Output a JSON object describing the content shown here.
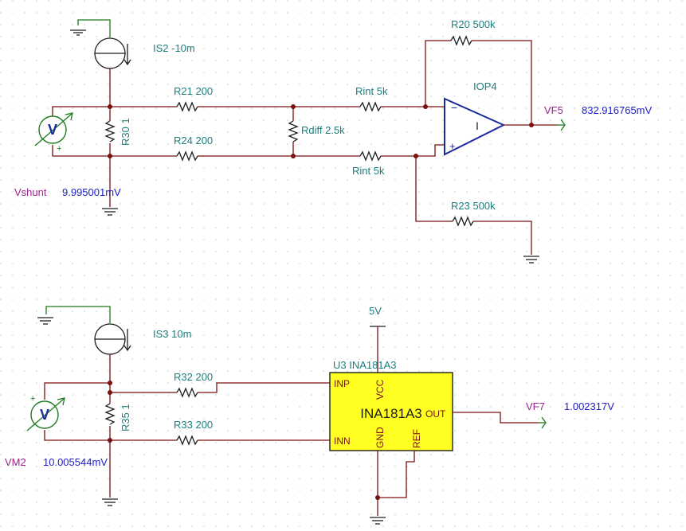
{
  "top_circuit": {
    "is2_label": "IS2 -10m",
    "r21_label": "R21 200",
    "r24_label": "R24 200",
    "r30_label": "R30 1",
    "rdiff_label": "Rdiff 2.5k",
    "rint1_label": "Rint 5k",
    "rint2_label": "Rint 5k",
    "r20_label": "R20 500k",
    "r23_label": "R23 500k",
    "opamp_label": "IOP4",
    "opamp_symbol": "I",
    "opamp_minus": "−",
    "opamp_plus": "+",
    "vf5_name": "VF5",
    "vf5_value": "832.916765mV",
    "vshunt_name": "Vshunt",
    "vshunt_value": "9.995001mV",
    "meter_symbol": "V",
    "meter_plus": "+"
  },
  "bottom_circuit": {
    "is3_label": "IS3 10m",
    "r32_label": "R32 200",
    "r33_label": "R33 200",
    "r35_label": "R35 1",
    "supply_label": "5V",
    "ic_ref_label": "U3 INA181A3",
    "ic_name": "INA181A3",
    "pin_inp": "INP",
    "pin_inn": "INN",
    "pin_out": "OUT",
    "pin_vcc": "VCC",
    "pin_gnd": "GND",
    "pin_ref": "REF",
    "vf7_name": "VF7",
    "vf7_value": "1.002317V",
    "vm2_name": "VM2",
    "vm2_value": "10.005544mV",
    "meter_symbol": "V",
    "meter_plus": "+"
  },
  "colors": {
    "wire": "#7a1010",
    "component": "#1e1e1e",
    "label_teal": "#1a7f7f",
    "value_blue": "#2020c8",
    "name_magenta": "#a0208f",
    "opamp_blue": "#1a2a9a",
    "ic_fill": "#ffff22",
    "meter_green": "#1e7a1e",
    "grid_dot": "#c8c8c8"
  }
}
